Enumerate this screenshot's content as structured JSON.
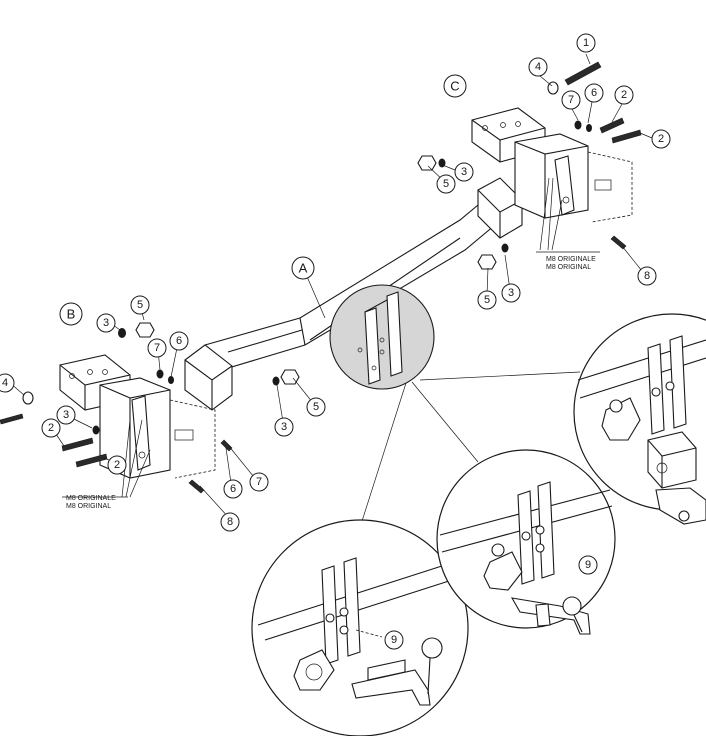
{
  "part_labels": {
    "a": "A",
    "b": "B",
    "c": "C"
  },
  "note": {
    "line1": "M8 ORIGINALE",
    "line2": "M8 ORIGINAL"
  },
  "callouts": {
    "n1": "1",
    "n2": "2",
    "n3": "3",
    "n4": "4",
    "n5": "5",
    "n6": "6",
    "n7": "7",
    "n8": "8",
    "n9": "9"
  },
  "colors": {
    "line": "#1a1a1a",
    "magnifier": "#d6d6d6",
    "background": "#ffffff"
  }
}
